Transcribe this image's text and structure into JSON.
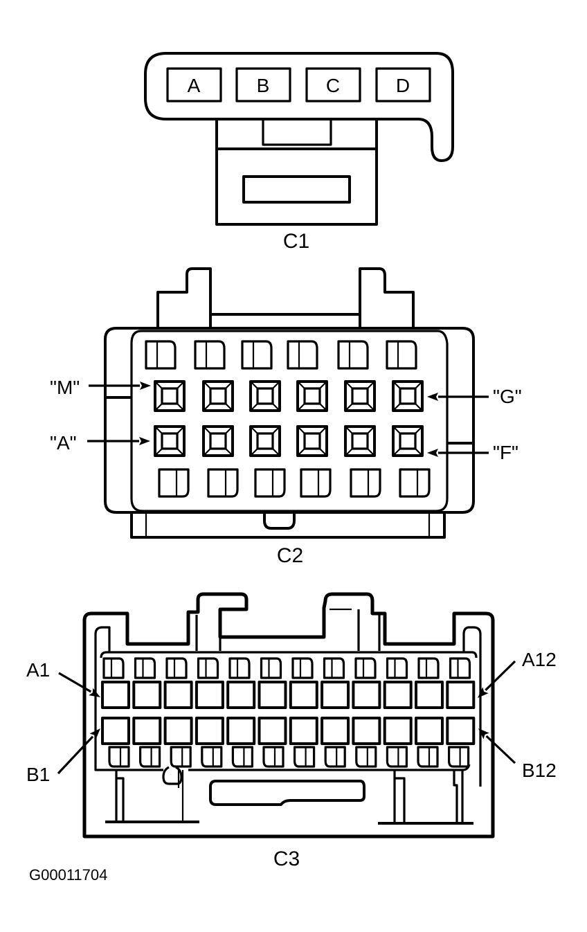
{
  "figure": {
    "figure_id": "G00011704",
    "colors": {
      "line": "#000000",
      "background": "#ffffff"
    }
  },
  "connectors": [
    {
      "id": "C1",
      "label": "C1",
      "cavities": [
        "A",
        "B",
        "C",
        "D"
      ]
    },
    {
      "id": "C2",
      "label": "C2",
      "rows": 4,
      "columns": 6,
      "callouts": [
        {
          "text": "\"M\"",
          "side": "left",
          "points_to": "row 2, first cavity"
        },
        {
          "text": "\"A\"",
          "side": "left",
          "points_to": "row 3, first cavity"
        },
        {
          "text": "\"G\"",
          "side": "right",
          "points_to": "row 2, last cavity"
        },
        {
          "text": "\"F\"",
          "side": "right",
          "points_to": "row 3, last cavity"
        }
      ]
    },
    {
      "id": "C3",
      "label": "C3",
      "rows": 4,
      "columns": 12,
      "callouts": [
        {
          "text": "A1",
          "side": "left",
          "points_to": "row A, first cavity"
        },
        {
          "text": "B1",
          "side": "left",
          "points_to": "row B, first cavity"
        },
        {
          "text": "A12",
          "side": "right",
          "points_to": "row A, last cavity"
        },
        {
          "text": "B12",
          "side": "right",
          "points_to": "row B, last cavity"
        }
      ]
    }
  ]
}
